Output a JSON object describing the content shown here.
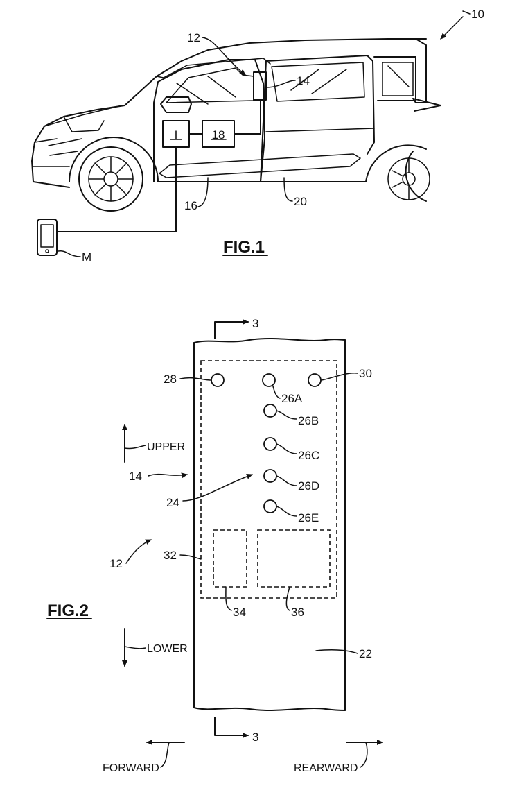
{
  "fig1": {
    "title": "FIG.1",
    "refs": {
      "vehicle": "10",
      "system": "12",
      "pillar": "14",
      "door": "16",
      "controller": "18",
      "rear_door": "20",
      "interface_glyph": "I",
      "mobile": "M"
    }
  },
  "fig2": {
    "title": "FIG.2",
    "section_mark": "3",
    "refs": {
      "pillar": "14",
      "system": "12",
      "trim": "22",
      "keypad": "24",
      "button_a": "26A",
      "button_b": "26B",
      "button_c": "26C",
      "button_d": "26D",
      "button_e": "26E",
      "left_button": "28",
      "right_button": "30",
      "outline": "32",
      "small_box": "34",
      "large_box": "36"
    },
    "directions": {
      "upper": "UPPER",
      "lower": "LOWER",
      "forward": "FORWARD",
      "rearward": "REARWARD"
    }
  }
}
